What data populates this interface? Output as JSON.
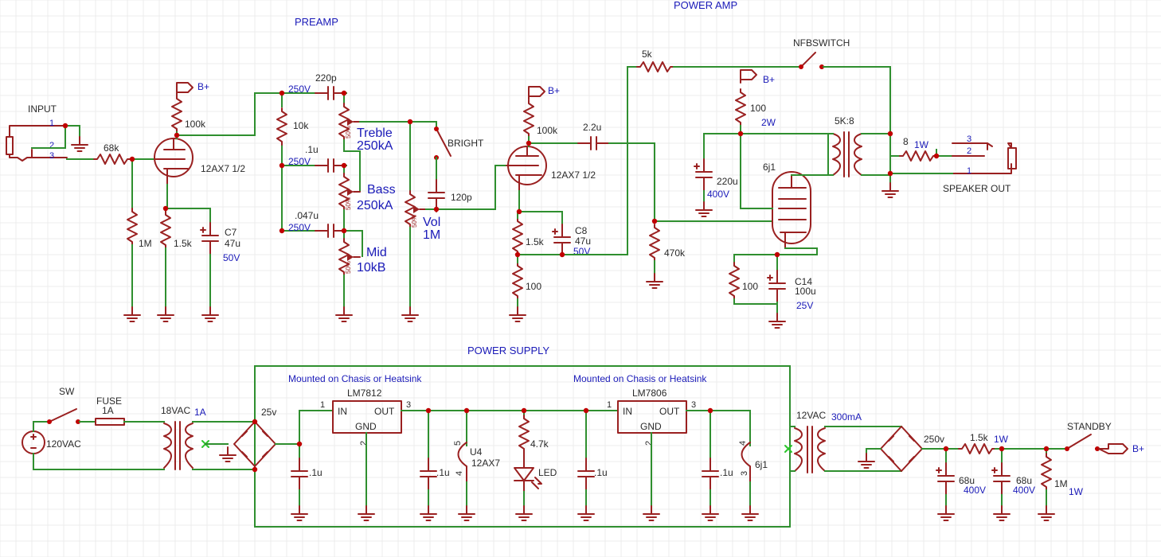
{
  "sections": {
    "preamp": "PREAMP",
    "power_amp": "POWER AMP",
    "power_supply": "POWER SUPPLY"
  },
  "notes": {
    "mount1": "Mounted on Chasis or Heatsink",
    "mount2": "Mounted on Chasis or Heatsink"
  },
  "power_labels": {
    "bplus": "B+"
  },
  "input": {
    "label": "INPUT",
    "pin1": "1",
    "pin2": "2",
    "pin3": "3"
  },
  "preamp": {
    "r_in": "68k",
    "r_grid": "1M",
    "r_plate": "100k",
    "tube": "12AX7 1/2",
    "r_cath": "1.5k",
    "c7_name": "C7",
    "c7_val": "47u",
    "c7_v": "50V",
    "c_treble": "220p",
    "c_treble_v": "250V",
    "r_tone": "10k",
    "pot_treble": "Treble",
    "pot_treble_val": "250kA",
    "c_bass": ".1u",
    "c_bass_v": "250V",
    "pot_bass": "Bass",
    "pot_bass_val": "250kA",
    "c_mid": ".047u",
    "c_mid_v": "250V",
    "pot_mid": "Mid",
    "pot_mid_val": "10kB",
    "bright": "BRIGHT",
    "c_bright": "120p",
    "pot_vol": "Vol",
    "pot_vol_val": "1M",
    "pot_pct": "50%"
  },
  "power_amp": {
    "r_plate2": "100k",
    "tube2": "12AX7 1/2",
    "c_coup": "2.2u",
    "r_cath2": "1.5k",
    "c8_name": "C8",
    "c8_val": "47u",
    "c8_v": "50V",
    "r_cath3": "100",
    "r_grid2": "470k",
    "r_fb": "5k",
    "nfb": "NFBSWITCH",
    "r_screen": "100",
    "r_screen_w": "2W",
    "c_filter": "220u",
    "c_filter_v": "400V",
    "tube3": "6j1",
    "xfmr": "5K:8",
    "r_load": "8",
    "r_load_w": "1W",
    "spk": "SPEAKER OUT",
    "spk3": "3",
    "spk2": "2",
    "spk1": "1",
    "r_cath4": "100",
    "c14_name": "C14",
    "c14_val": "100u",
    "c14_v": "25V"
  },
  "power_supply": {
    "sw": "SW",
    "fuse": "FUSE",
    "fuse_val": "1A",
    "mains": "120VAC",
    "t1": "18VAC",
    "t1_a": "1A",
    "v25": "25v",
    "c_in1": ".1u",
    "reg1": "LM7812",
    "in1": "IN",
    "out1": "OUT",
    "gnd1": "GND",
    "p1a": "1",
    "p3a": "3",
    "p2a": "2",
    "c_out1": ".1u",
    "u4": "U4",
    "u4_tube": "12AX7",
    "u4_p5": "5",
    "u4_p4": "4",
    "r_led": "4.7k",
    "led": "LED",
    "reg2": "LM7806",
    "in2": "IN",
    "out2": "OUT",
    "gnd2": "GND",
    "p1b": "1",
    "p3b": "3",
    "p2b": "2",
    "c_in2": ".1u",
    "c_out2": ".1u",
    "h_tube": "6j1",
    "h_p4": "4",
    "h_p3": "3",
    "t2": "12VAC",
    "t2_a": "300mA",
    "v250": "250v",
    "r_ps": "1.5k",
    "r_ps_w": "1W",
    "c_ps1": "68u",
    "c_ps1_v": "400V",
    "c_ps2": "68u",
    "c_ps2_v": "400V",
    "r_bleed": "1M",
    "r_bleed_w": "1W",
    "standby": "STANDBY"
  }
}
